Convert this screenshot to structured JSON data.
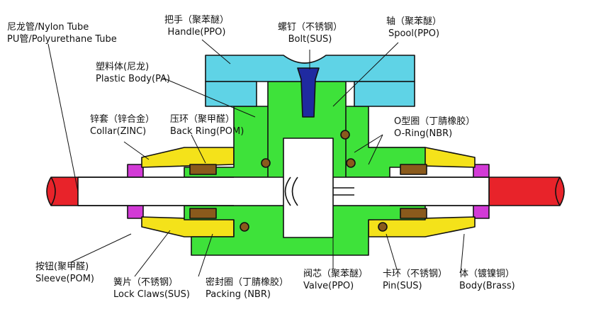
{
  "labels": {
    "tube": {
      "cn": "尼龙管/Nylon Tube",
      "en": "PU管/Polyurethane Tube"
    },
    "handle": {
      "cn": "把手（聚苯醚）",
      "en": "Handle(PPO)"
    },
    "bolt": {
      "cn": "螺钉（不锈钢）",
      "en": "Bolt(SUS)"
    },
    "spool": {
      "cn": "轴（聚苯醚）",
      "en": "Spool(PPO)"
    },
    "body_pa": {
      "cn": "塑料体(尼龙)",
      "en": "Plastic Body(PA)"
    },
    "collar": {
      "cn": "锌套（锌合金）",
      "en": "Collar(ZINC)"
    },
    "back_ring": {
      "cn": "压环（聚甲醛）",
      "en": "Back Ring(POM)"
    },
    "oring": {
      "cn": "O型圈（丁腈橡胶）",
      "en": "O-Ring(NBR)"
    },
    "sleeve": {
      "cn": "按钮(聚甲醛)",
      "en": "Sleeve(POM)"
    },
    "lock_claws": {
      "cn": "簧片（不锈钢）",
      "en": "Lock Claws(SUS)"
    },
    "packing": {
      "cn": "密封圈（丁腈橡胶）",
      "en": "Packing (NBR)"
    },
    "valve": {
      "cn": "阀芯（聚苯醚）",
      "en": "Valve(PPO)"
    },
    "pin": {
      "cn": "卡环（不锈钢）",
      "en": "Pin(SUS)"
    },
    "body_brass": {
      "cn": "体（镀镍铜）",
      "en": "Body(Brass)"
    }
  },
  "colors": {
    "tube": "#e8232a",
    "handle": "#5fd3e6",
    "plastic_body": "#3ee23a",
    "brass": "#f4e21a",
    "sleeve": "#d23ad6",
    "packing": "#8a5a1c",
    "bolt": "#1f2aa0",
    "outline": "#111111",
    "line_art": "#c9ecc2"
  }
}
